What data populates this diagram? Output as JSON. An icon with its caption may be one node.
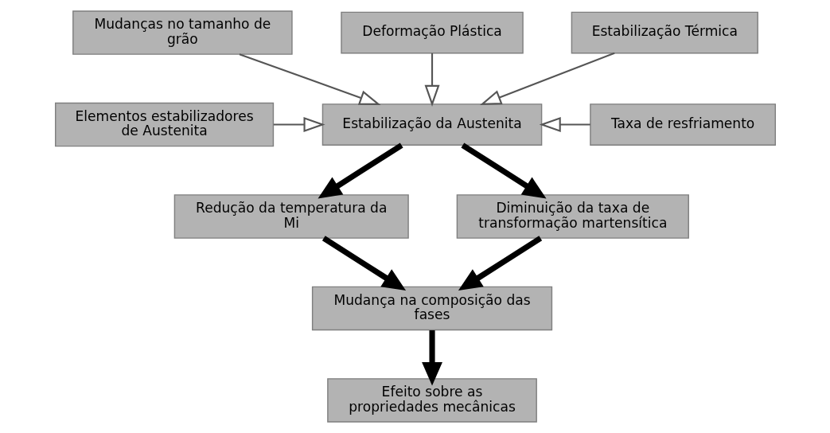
{
  "diagram": {
    "nodes": [
      {
        "text": [
          "Mudanças no tamanho de grão"
        ]
      },
      {
        "text": [
          "Deformação Plástica"
        ]
      },
      {
        "text": [
          "Estabilização Térmica"
        ]
      },
      {
        "text": [
          "Elementos estabilizadores de Austenita"
        ]
      },
      {
        "text": [
          "Estabilização da Austenita"
        ]
      },
      {
        "text": [
          "Taxa de resfriamento"
        ]
      },
      {
        "text": [
          "Redução da temperatura da Mi"
        ]
      },
      {
        "text": [
          "Diminuição da taxa de transformação martensítica"
        ]
      },
      {
        "text": [
          "Mudança na composição das fases"
        ]
      },
      {
        "text": [
          "Efeito sobre as propriedades mecânicas"
        ]
      }
    ],
    "edges": [
      {
        "from": 0,
        "to": 4,
        "arrow": "to"
      },
      {
        "from": 1,
        "to": 4,
        "arrow": "to"
      },
      {
        "from": 2,
        "to": 4,
        "arrow": "to"
      },
      {
        "from": 3,
        "to": 4,
        "arrow": "to"
      },
      {
        "from": 5,
        "to": 4,
        "arrow": "to"
      },
      {
        "from": 4,
        "to": 6,
        "arrow": "to",
        "style": "thick"
      },
      {
        "from": 4,
        "to": 7,
        "arrow": "to",
        "style": "thick"
      },
      {
        "from": 6,
        "to": 8,
        "arrow": "to",
        "style": "thick"
      },
      {
        "from": 7,
        "to": 8,
        "arrow": "to",
        "style": "thick"
      },
      {
        "from": 8,
        "to": 9,
        "arrow": "to",
        "style": "thick"
      }
    ]
  }
}
